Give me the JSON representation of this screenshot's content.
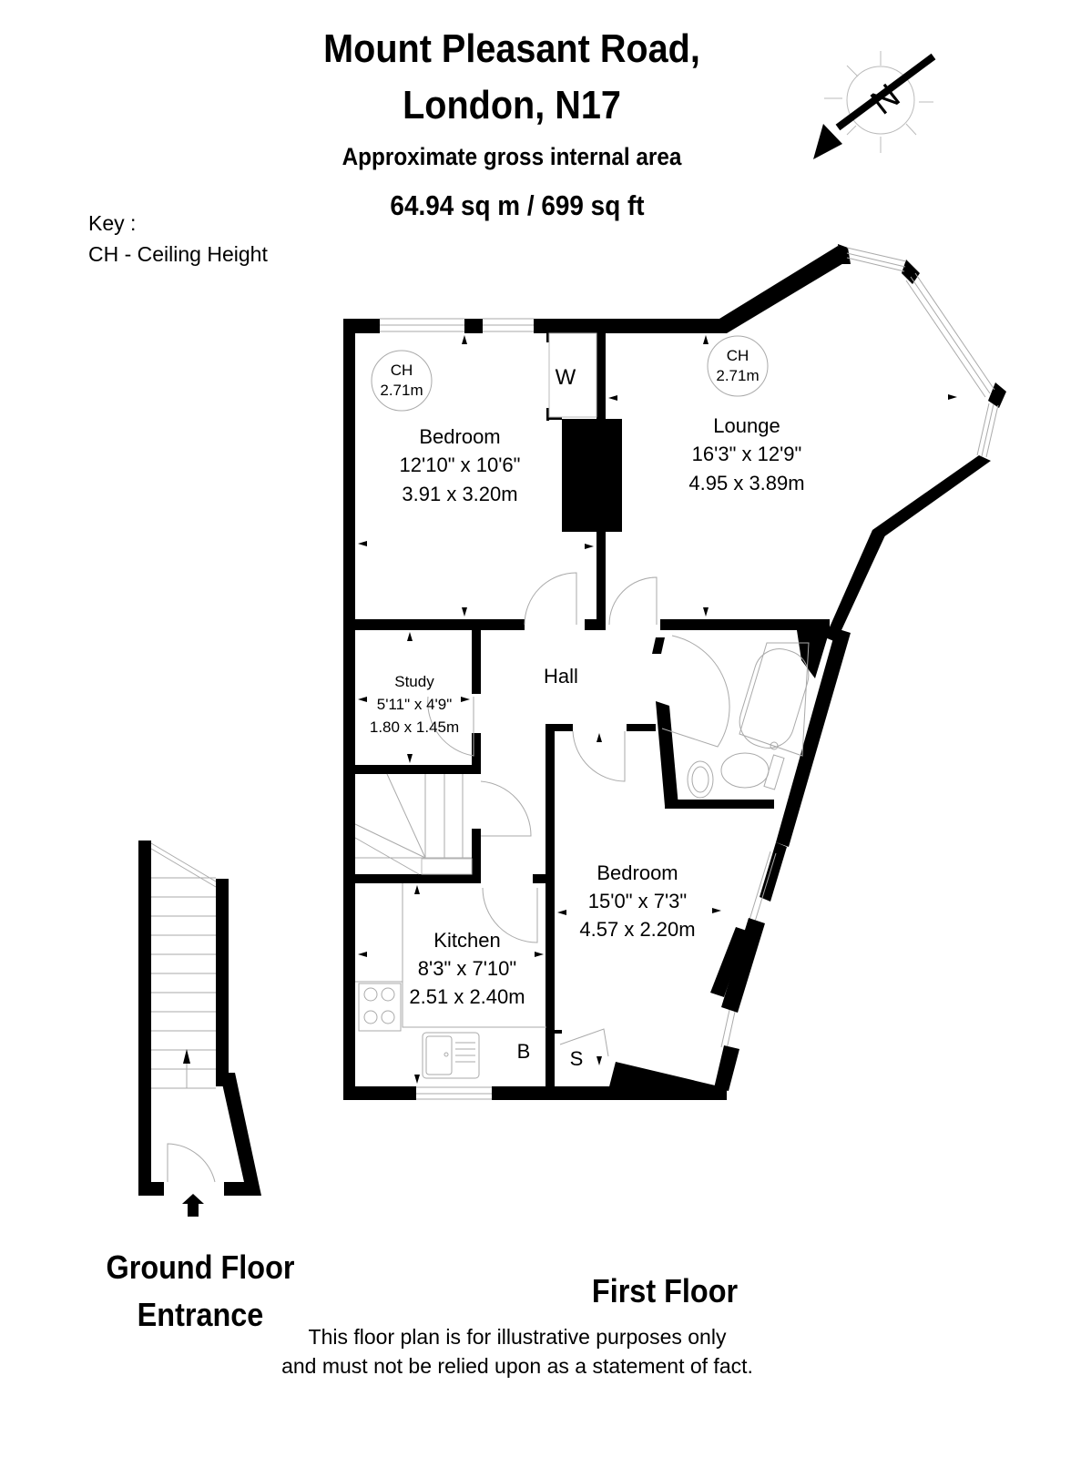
{
  "header": {
    "title_line1": "Mount Pleasant Road,",
    "title_line2": "London, N17",
    "subtitle": "Approximate gross internal area",
    "area": "64.94 sq m /  699 sq ft"
  },
  "compass": {
    "label": "N",
    "icon": "north-arrow-icon"
  },
  "key": {
    "heading": "Key :",
    "entry": "CH - Ceiling Height"
  },
  "rooms": {
    "bedroom1": {
      "name": "Bedroom",
      "imperial": "12'10\" x 10'6\"",
      "metric": "3.91 x 3.20m",
      "ch_label": "CH",
      "ch_value": "2.71m"
    },
    "lounge": {
      "name": "Lounge",
      "imperial": "16'3\" x 12'9\"",
      "metric": "4.95 x 3.89m",
      "ch_label": "CH",
      "ch_value": "2.71m"
    },
    "wardrobe": {
      "label": "W"
    },
    "hall": {
      "name": "Hall"
    },
    "study": {
      "name": "Study",
      "imperial": "5'11\" x 4'9\"",
      "metric": "1.80 x 1.45m"
    },
    "kitchen": {
      "name": "Kitchen",
      "imperial": "8'3\" x 7'10\"",
      "metric": "2.51 x 2.40m",
      "boiler_label": "B"
    },
    "bedroom2": {
      "name": "Bedroom",
      "imperial": "15'0\" x 7'3\"",
      "metric": "4.57 x 2.20m",
      "storage_label": "S"
    }
  },
  "floors": {
    "ground": {
      "line1": "Ground Floor",
      "line2": "Entrance"
    },
    "first": {
      "label": "First Floor"
    }
  },
  "footer": {
    "disclaimer_line1": "This floor plan is for illustrative purposes only",
    "disclaimer_line2": "and must not be relied upon as a statement of fact."
  },
  "colors": {
    "wall": "#000000",
    "fixture_line": "#999999",
    "background": "#ffffff"
  }
}
